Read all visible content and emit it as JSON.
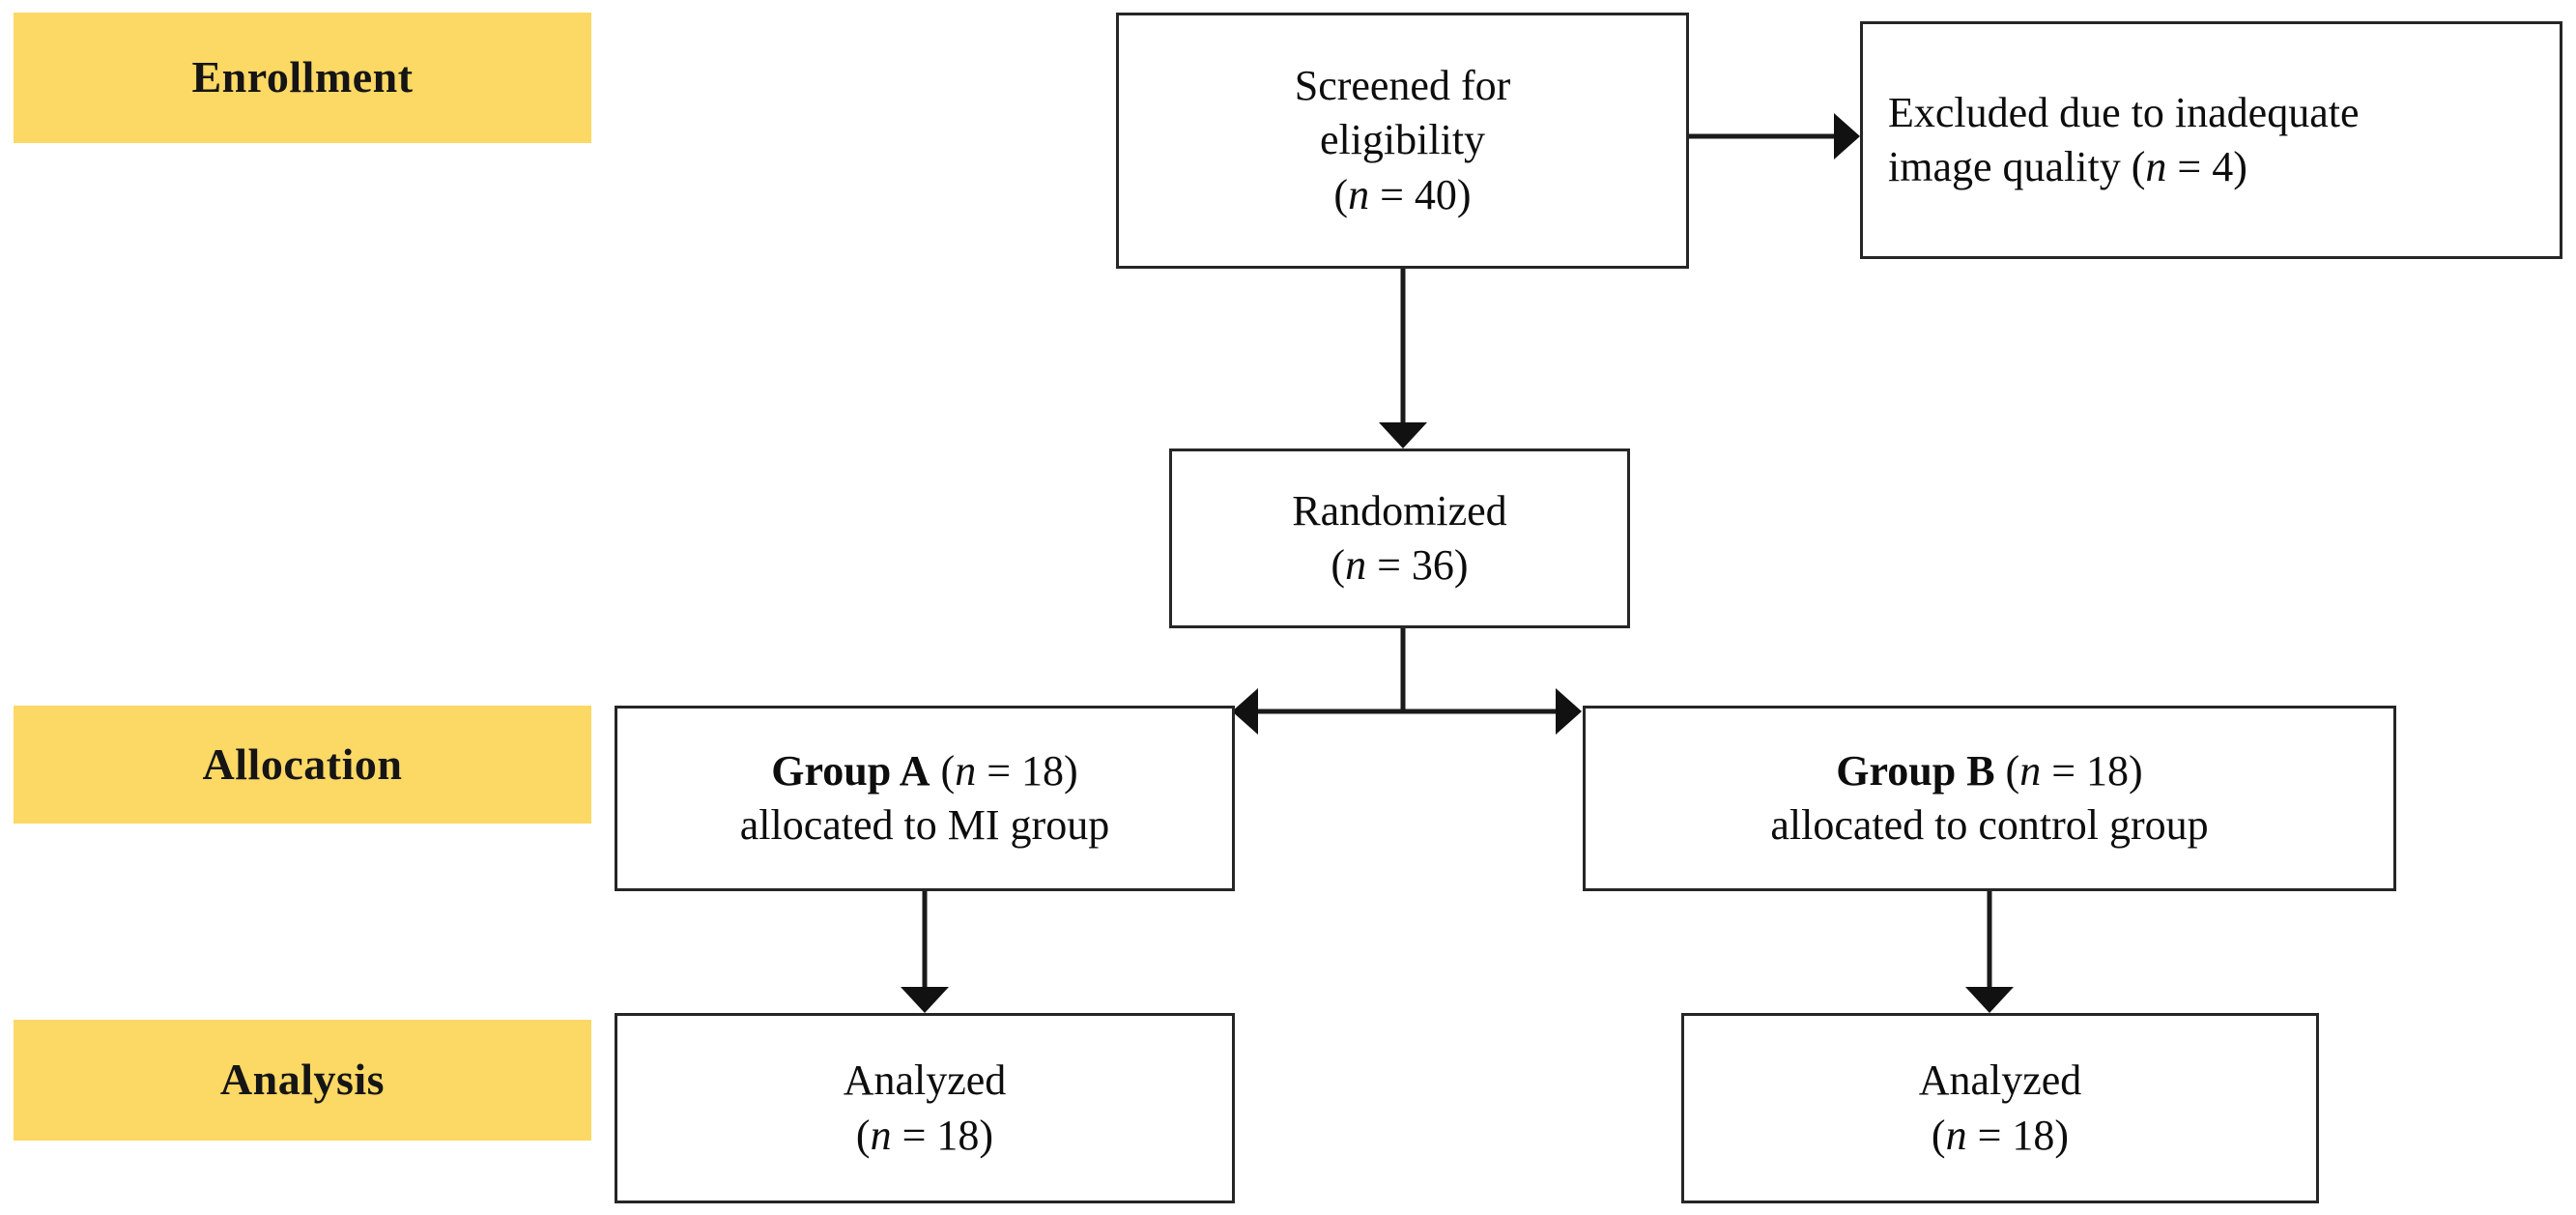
{
  "diagram": {
    "title": "CONSORT participant flow diagram",
    "accent_color": "#FCD864",
    "line_color": "#1a1a1a",
    "box_border_color": "#262626",
    "background_color": "#ffffff"
  },
  "stages": [
    {
      "id": "enrollment",
      "label": "Enrollment"
    },
    {
      "id": "allocation",
      "label": "Allocation"
    },
    {
      "id": "analysis",
      "label": "Analysis"
    }
  ],
  "boxes": {
    "screened": {
      "line1": "Screened for",
      "line2": "eligibility",
      "n_open": "(",
      "n_symbol": "n",
      "n_equals": " = ",
      "n_value": "40",
      "n_close": ")"
    },
    "excluded": {
      "line1": "Excluded due to inadequate",
      "line2_prefix": "image quality (",
      "n_symbol": "n",
      "n_equals": " = ",
      "n_value": "4",
      "n_close": ")"
    },
    "randomized": {
      "line1": "Randomized",
      "n_open": "(",
      "n_symbol": "n",
      "n_equals": " = ",
      "n_value": "36",
      "n_close": ")"
    },
    "group_a": {
      "group_label": "Group A",
      "n_open": " (",
      "n_symbol": "n",
      "n_equals": " = ",
      "n_value": "18",
      "n_close": ")",
      "line2": "allocated to MI group"
    },
    "group_b": {
      "group_label": "Group B",
      "n_open": " (",
      "n_symbol": "n",
      "n_equals": " = ",
      "n_value": "18",
      "n_close": ")",
      "line2": "allocated to control group"
    },
    "analyzed_a": {
      "line1": "Analyzed",
      "n_open": "(",
      "n_symbol": "n",
      "n_equals": " = ",
      "n_value": "18",
      "n_close": ")"
    },
    "analyzed_b": {
      "line1": "Analyzed",
      "n_open": "(",
      "n_symbol": "n",
      "n_equals": " = ",
      "n_value": "18",
      "n_close": ")"
    }
  },
  "chart_data": {
    "type": "diagram",
    "title": "CONSORT flow diagram",
    "nodes": [
      {
        "id": "screened",
        "text": "Screened for eligibility (n = 40)",
        "n": 40
      },
      {
        "id": "excluded",
        "text": "Excluded due to inadequate image quality (n = 4)",
        "n": 4
      },
      {
        "id": "randomized",
        "text": "Randomized (n = 36)",
        "n": 36
      },
      {
        "id": "group_a",
        "text": "Group A (n = 18) allocated to MI group",
        "n": 18
      },
      {
        "id": "group_b",
        "text": "Group B (n = 18) allocated to control group",
        "n": 18
      },
      {
        "id": "analyzed_a",
        "text": "Analyzed (n = 18)",
        "n": 18
      },
      {
        "id": "analyzed_b",
        "text": "Analyzed (n = 18)",
        "n": 18
      }
    ],
    "edges": [
      {
        "from": "screened",
        "to": "excluded",
        "direction": "right"
      },
      {
        "from": "screened",
        "to": "randomized",
        "direction": "down"
      },
      {
        "from": "randomized",
        "to": "group_a",
        "direction": "down-left"
      },
      {
        "from": "randomized",
        "to": "group_b",
        "direction": "down-right"
      },
      {
        "from": "group_a",
        "to": "analyzed_a",
        "direction": "down"
      },
      {
        "from": "group_b",
        "to": "analyzed_b",
        "direction": "down"
      }
    ],
    "stage_bands": [
      "Enrollment",
      "Allocation",
      "Analysis"
    ]
  }
}
